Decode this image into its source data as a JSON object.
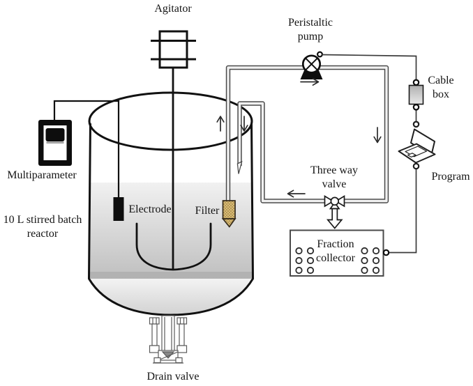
{
  "figure": {
    "kind": "process-flow-diagram",
    "description": "Lab-scale 10 L stirred batch reactor with external recirculation loop, peristaltic pump, three way valve, fraction collector and computer control",
    "labels": {
      "agitator": "Agitator",
      "peristaltic_pump": "Peristaltic pump",
      "cable_box": "Cable box",
      "program": "Program",
      "three_way_valve": "Three way valve",
      "fraction_collector": "Fraction collector",
      "multiparameter": "Multiparameter",
      "reactor": "10 L stirred batch reactor",
      "electrode": "Electrode",
      "filter": "Filter",
      "drain_valve": "Drain valve"
    },
    "icons": {
      "pump_symbol": "circle-with-cross-on-pedestal",
      "valve_symbol": "bowtie-three-way-valve",
      "computer": "laptop",
      "cable_box": "gray-connector-box",
      "fraction_collector": "box-with-vial-holes",
      "multiparameter": "handheld-meter-with-screen",
      "agitator": "motor-block-with-shaft",
      "drain_valve": "flanged-bottom-valve"
    },
    "flow_arrows": [
      "up-inside-suction-tube",
      "down-inside-return-tube",
      "right-after-pump",
      "down-right-loop-leg",
      "left-toward-reactor-return"
    ],
    "colors": {
      "line": "#1a1a1a",
      "tube_core": "#f1f1f1",
      "liquid_top": "#f0f0f0",
      "liquid_bottom": "#c2c2c2",
      "liquid_band": "#b2b2b2",
      "filter_body": "#d8bc77",
      "cable_box_fill": "#c9c9c9"
    }
  }
}
